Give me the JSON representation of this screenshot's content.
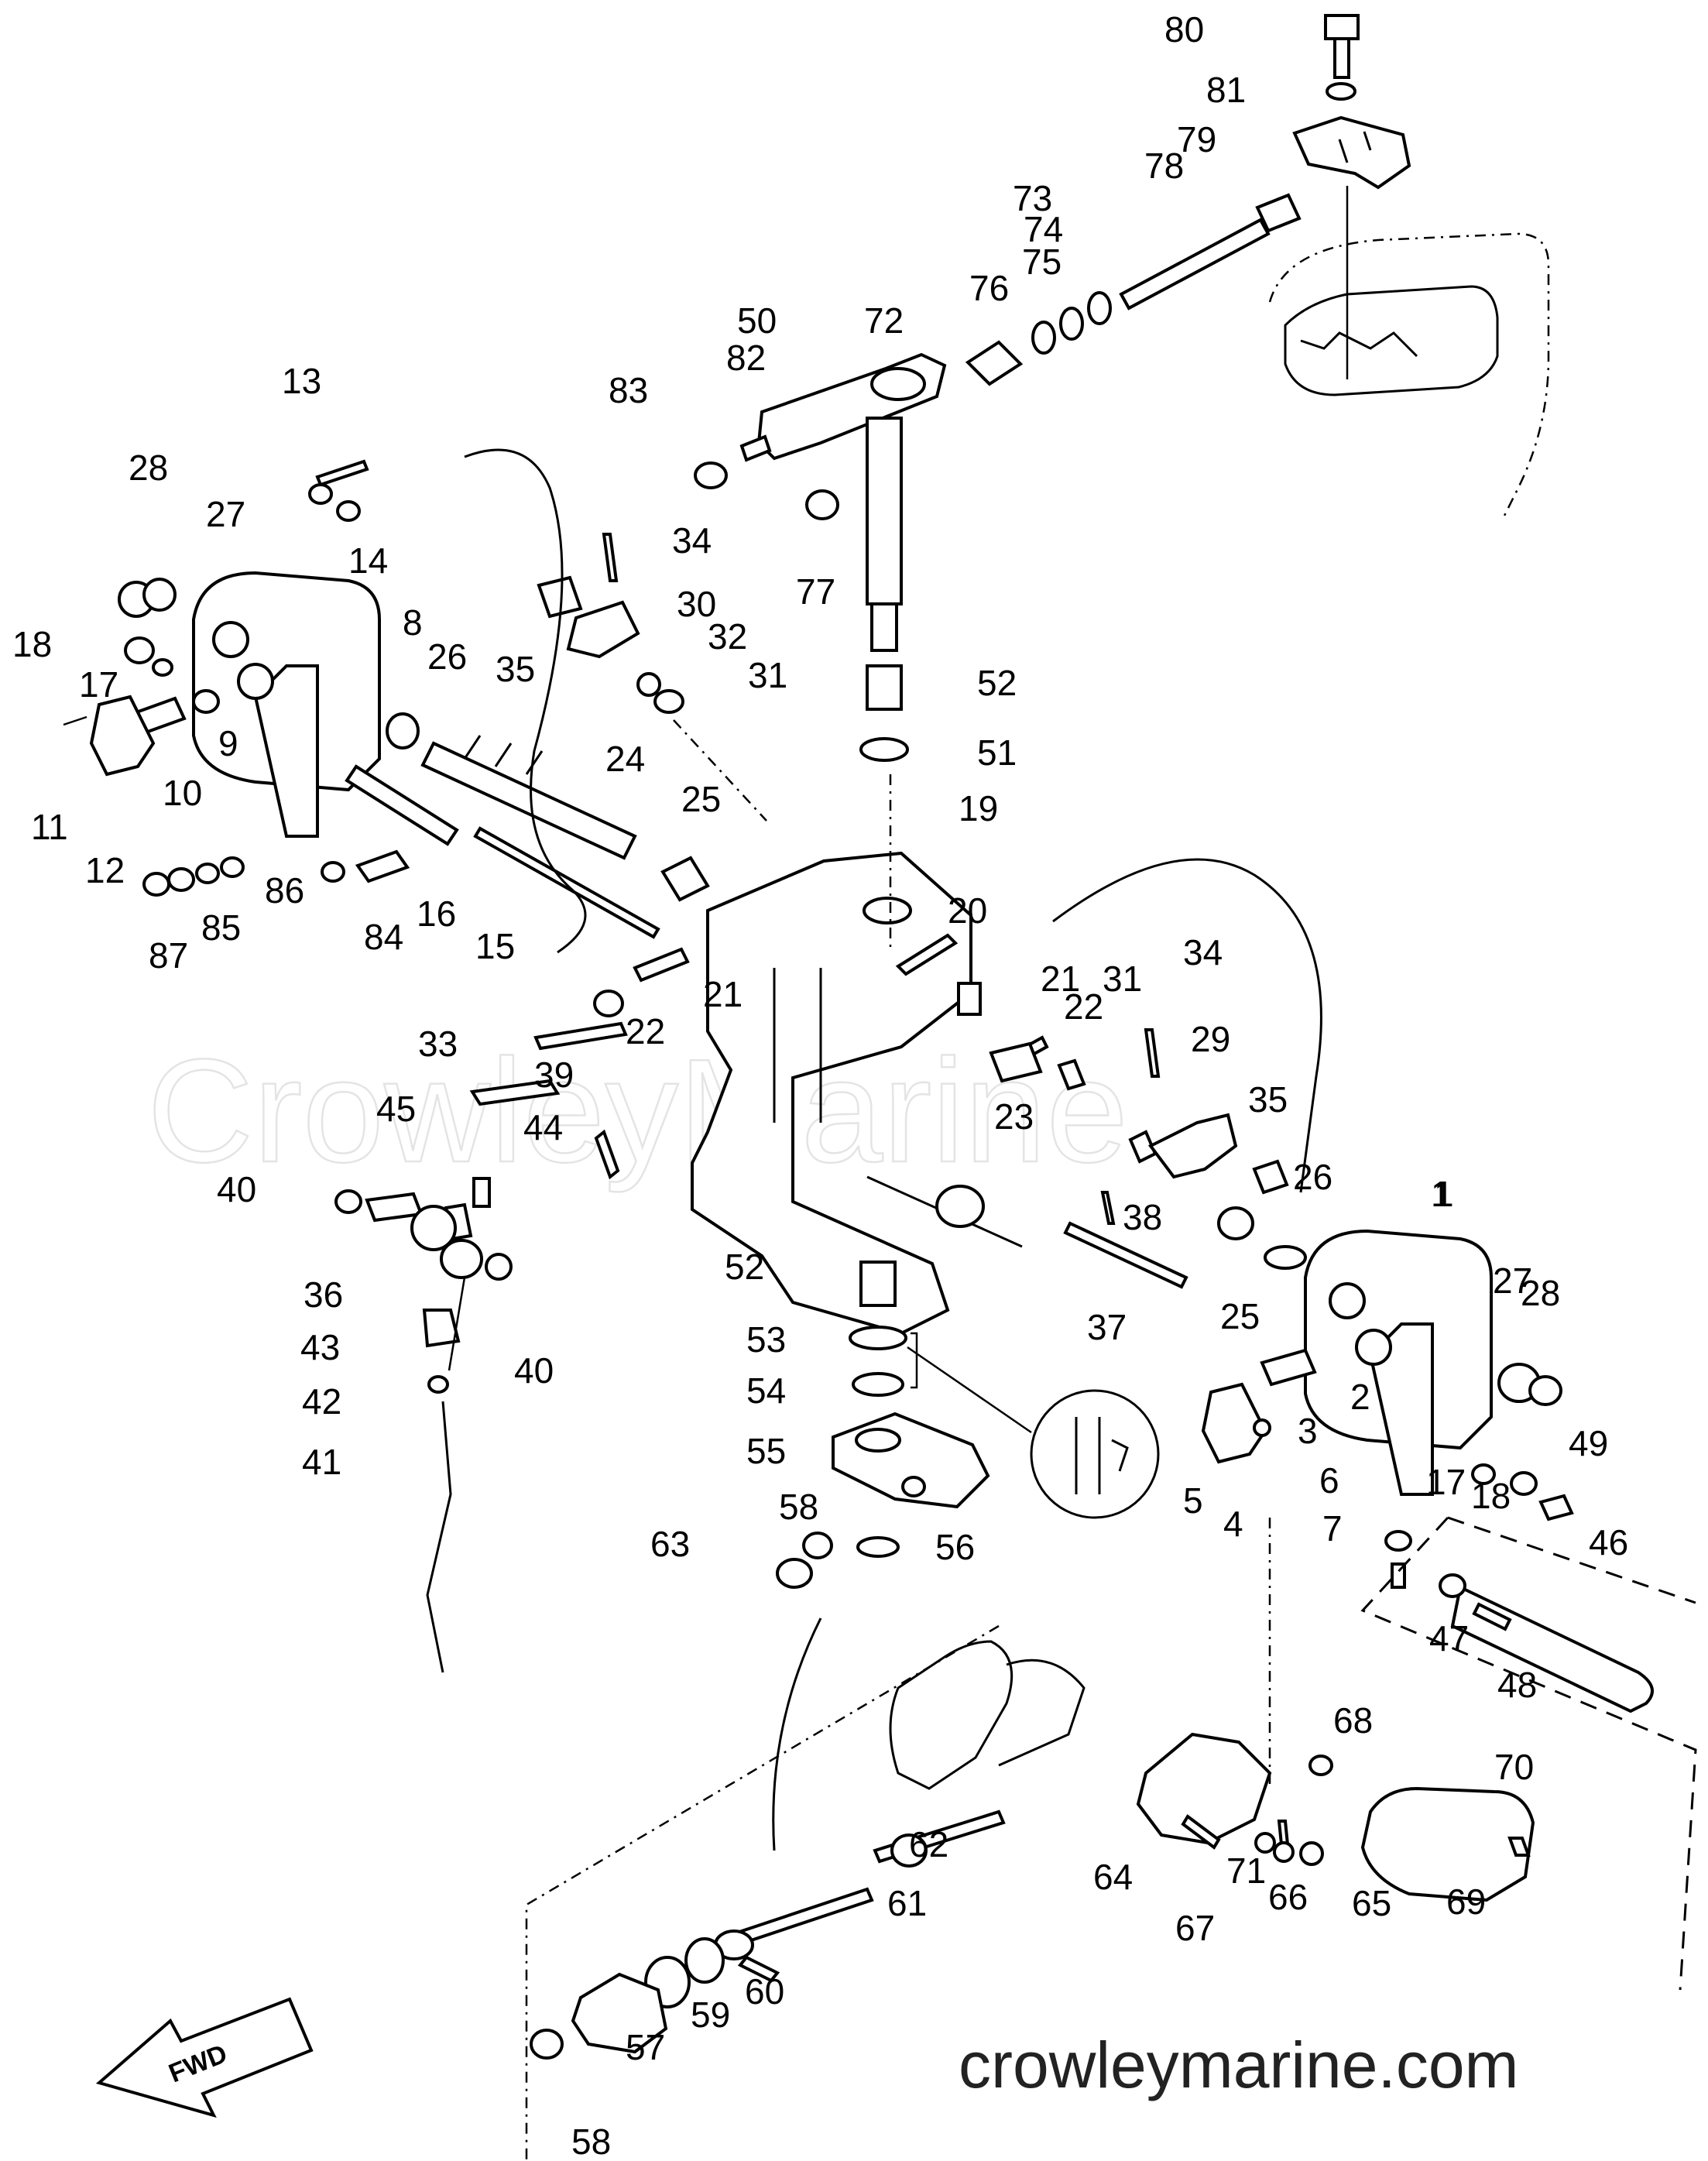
{
  "watermark": "CrowleyMarine",
  "site": "crowleymarine.com",
  "fwd_label": "FWD",
  "labels": [
    "80",
    "81",
    "79",
    "78",
    "73",
    "74",
    "75",
    "76",
    "72",
    "50",
    "82",
    "83",
    "77",
    "13",
    "14",
    "28",
    "27",
    "18",
    "17",
    "8",
    "26",
    "9",
    "11",
    "12",
    "10",
    "34",
    "35",
    "30",
    "32",
    "31",
    "52",
    "51",
    "24",
    "25",
    "86",
    "85",
    "87",
    "84",
    "16",
    "15",
    "19",
    "20",
    "21",
    "22",
    "33",
    "23",
    "45",
    "44",
    "39",
    "40",
    "36",
    "29",
    "38",
    "37",
    "1",
    "27",
    "28",
    "2",
    "3",
    "5",
    "4",
    "6",
    "7",
    "17",
    "18",
    "49",
    "43",
    "42",
    "41",
    "53",
    "54",
    "55",
    "58",
    "63",
    "56",
    "46",
    "47",
    "48",
    "68",
    "70",
    "69",
    "64",
    "67",
    "71",
    "66",
    "65",
    "61",
    "62",
    "57",
    "59",
    "60",
    "58",
    "34",
    "31",
    "21",
    "22",
    "35",
    "26",
    "25",
    "40",
    "52",
    "1"
  ]
}
